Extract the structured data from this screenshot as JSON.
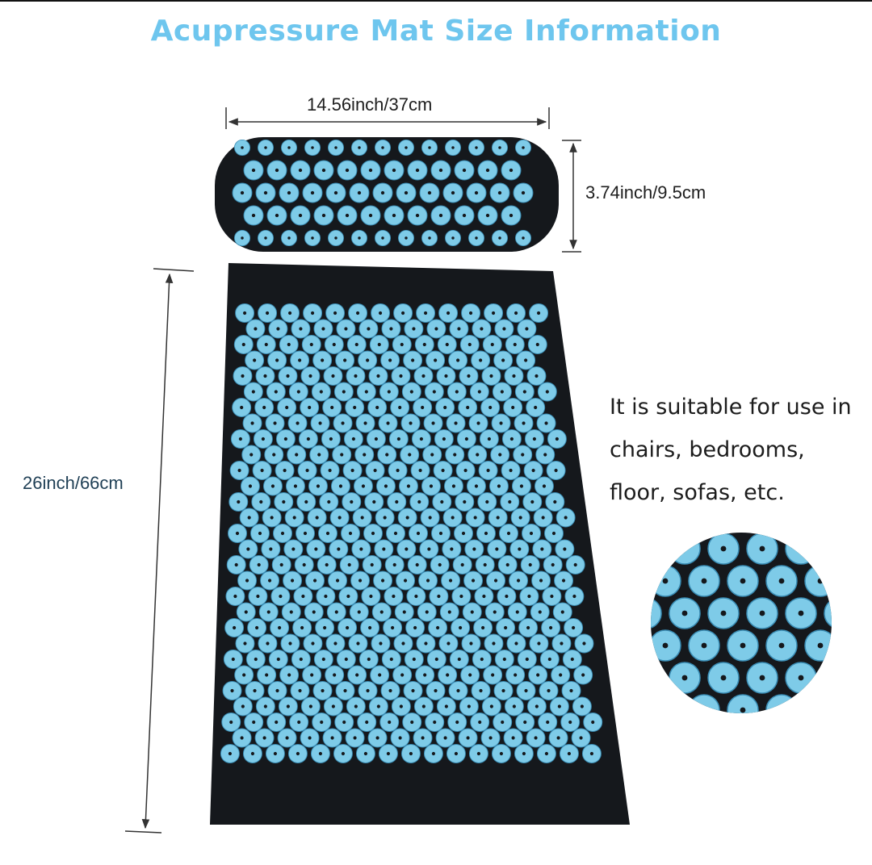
{
  "title": "Acupressure Mat Size Information",
  "colors": {
    "title": "#6ec6ee",
    "mat": "#15181c",
    "spike": "#7ecbe8",
    "spike_dark": "#3a8db5",
    "dimension_line": "#333333"
  },
  "dimensions": {
    "pillow_width": "14.56inch/37cm",
    "pillow_height": "3.74inch/9.5cm",
    "mat_length": "26inch/66cm"
  },
  "description": {
    "line1": "It is suitable for use in",
    "line2": "chairs, bedrooms,",
    "line3": "floor, sofas, etc."
  },
  "images": {
    "pillow": "acupressure-pillow",
    "mat": "acupressure-mat",
    "closeup": "spike-closeup"
  }
}
